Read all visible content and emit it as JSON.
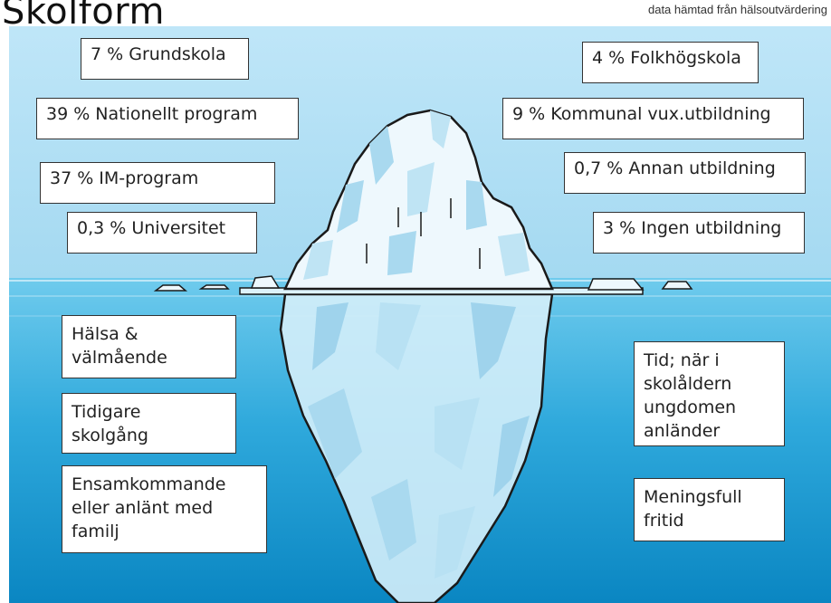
{
  "header": {
    "title": "Skolform",
    "source": "data hämtad från hälsoutvärdering"
  },
  "above_water": {
    "left": [
      "7 % Grundskola",
      "39 % Nationellt program",
      "37 % IM-program",
      "0,3 % Universitet"
    ],
    "right": [
      "4 % Folkhögskola",
      "9 % Kommunal vux.utbildning",
      "0,7 % Annan utbildning",
      "3 % Ingen utbildning"
    ]
  },
  "below_water": {
    "left": [
      "Hälsa &\nvälmående",
      "Tidigare\nskolgång",
      "Ensamkommande\neller anlänt med\nfamilj"
    ],
    "right": [
      "Tid; när i\nskolåldern\nungdomen\nanländer",
      "Meningsfull\nfritid"
    ]
  },
  "colors": {
    "sky": "#a9dcf3",
    "water_top": "#5ec3e6",
    "water_deep": "#0b8fca",
    "ice": "#e9f6fc",
    "ice_shadow": "#a9d9ef",
    "outline": "#1a1a1a"
  }
}
